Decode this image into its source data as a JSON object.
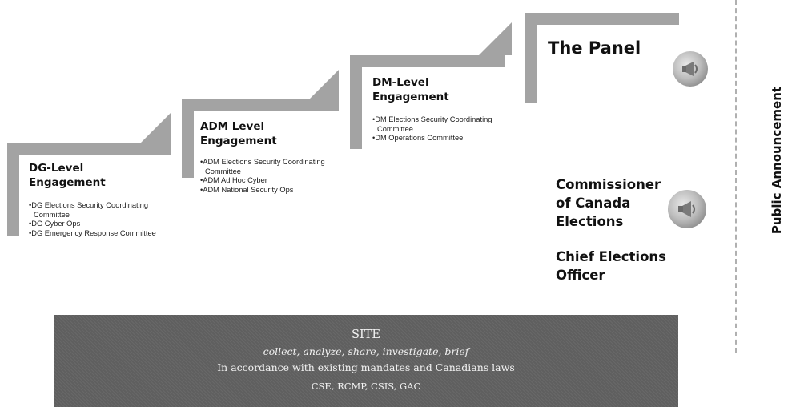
{
  "steps": [
    {
      "title_line1": "DG-Level",
      "title_line2": "Engagement",
      "items": [
        "DG Elections Security Coordinating Committee",
        "DG Cyber Ops",
        "DG Emergency Response Committee"
      ]
    },
    {
      "title_line1": "ADM Level",
      "title_line2": "Engagement",
      "items": [
        "ADM Elections Security Coordinating Committee",
        "ADM Ad Hoc Cyber",
        "ADM National Security Ops"
      ]
    },
    {
      "title_line1": "DM-Level",
      "title_line2": "Engagement",
      "items": [
        "DM Elections Security Coordinating Committee",
        "DM Operations Committee"
      ]
    }
  ],
  "panel": {
    "title": "The Panel"
  },
  "right_block": {
    "commissioner_lines": [
      "Commissioner",
      "of Canada",
      "Elections"
    ],
    "ceo_lines": [
      "Chief Elections",
      "Officer"
    ]
  },
  "side_label": "Public Announcement",
  "site": {
    "title": "SITE",
    "verbs": "collect, analyze, share, investigate, brief",
    "mandate": "In accordance with existing mandates and Canadians laws",
    "orgs": "CSE, RCMP, CSIS, GAC"
  },
  "colors": {
    "step_frame": "#a3a3a3",
    "site_background": "#5f5f5f",
    "divider": "#b0b0b0"
  },
  "icons": [
    "megaphone-icon",
    "megaphone-icon"
  ]
}
